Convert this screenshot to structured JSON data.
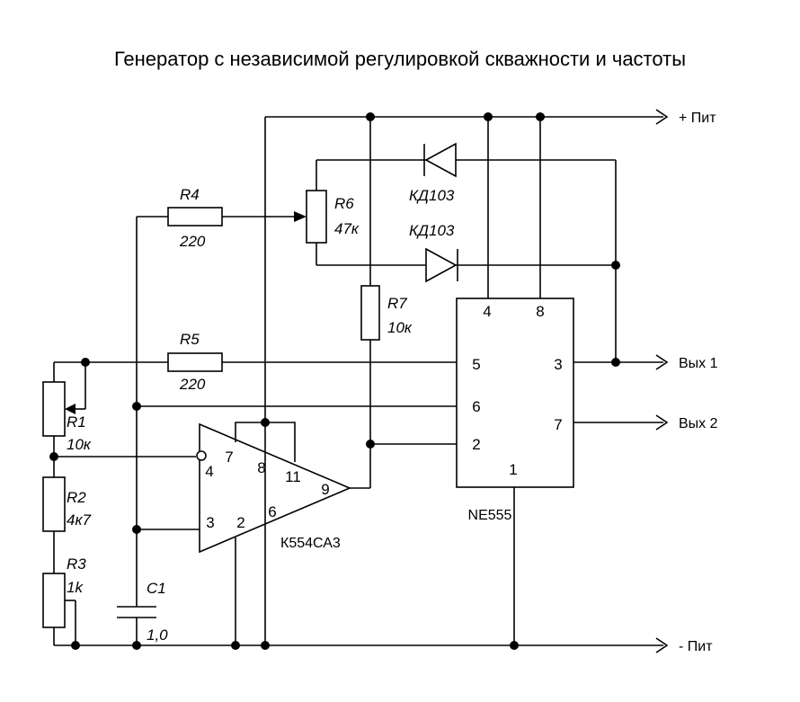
{
  "title": "Генератор с независимой регулировкой скважности и частоты",
  "ports": {
    "plus": "+ Пит",
    "minus": "- Пит",
    "out1": "Вых 1",
    "out2": "Вых 2"
  },
  "components": {
    "R1": {
      "ref": "R1",
      "value": "10к"
    },
    "R2": {
      "ref": "R2",
      "value": "4к7"
    },
    "R3": {
      "ref": "R3",
      "value": "1k"
    },
    "R4": {
      "ref": "R4",
      "value": "220"
    },
    "R5": {
      "ref": "R5",
      "value": "220"
    },
    "R6": {
      "ref": "R6",
      "value": "47к"
    },
    "R7": {
      "ref": "R7",
      "value": "10к"
    },
    "C1": {
      "ref": "C1",
      "value": "1,0"
    },
    "D1": {
      "ref": "КД103"
    },
    "D2": {
      "ref": "КД103"
    },
    "U1": {
      "ref": "NE555",
      "pins": {
        "p4": "4",
        "p8": "8",
        "p5": "5",
        "p6": "6",
        "p2": "2",
        "p3": "3",
        "p7": "7",
        "p1": "1"
      }
    },
    "U2": {
      "ref": "К554СА3",
      "pins": {
        "p7": "7",
        "p8": "8",
        "p11": "11",
        "p4": "4",
        "p9": "9",
        "p3": "3",
        "p2": "2",
        "p6": "6"
      }
    }
  }
}
